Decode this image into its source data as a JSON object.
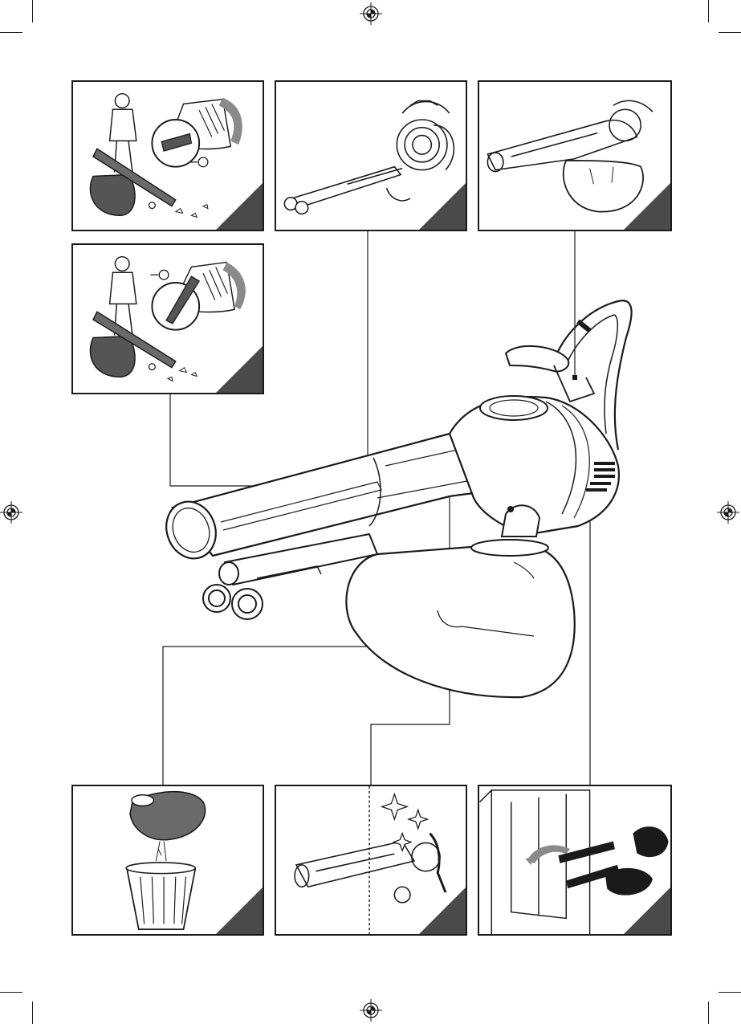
{
  "page": {
    "background": "#ffffff",
    "line_color": "#1a1a1a",
    "fill_dark": "#4a4a4a",
    "fill_mid": "#8a8a8a",
    "fill_light": "#d0d0d0"
  },
  "panels": [
    {
      "id": "collect-mode",
      "icon": "blower-collect-mode-icon"
    },
    {
      "id": "assembled-vacuum",
      "icon": "vacuum-assembly-icon"
    },
    {
      "id": "assembled-blower-bag",
      "icon": "blower-bag-icon"
    },
    {
      "id": "blow-mode",
      "icon": "blower-blow-mode-icon"
    },
    {
      "id": "empty-bag",
      "icon": "empty-bag-into-bin-icon"
    },
    {
      "id": "clean-tube",
      "icon": "clean-tube-icon"
    },
    {
      "id": "storage",
      "icon": "storage-cabinet-icon"
    }
  ],
  "main_illustration": {
    "icon": "garden-blower-vacuum-icon"
  }
}
